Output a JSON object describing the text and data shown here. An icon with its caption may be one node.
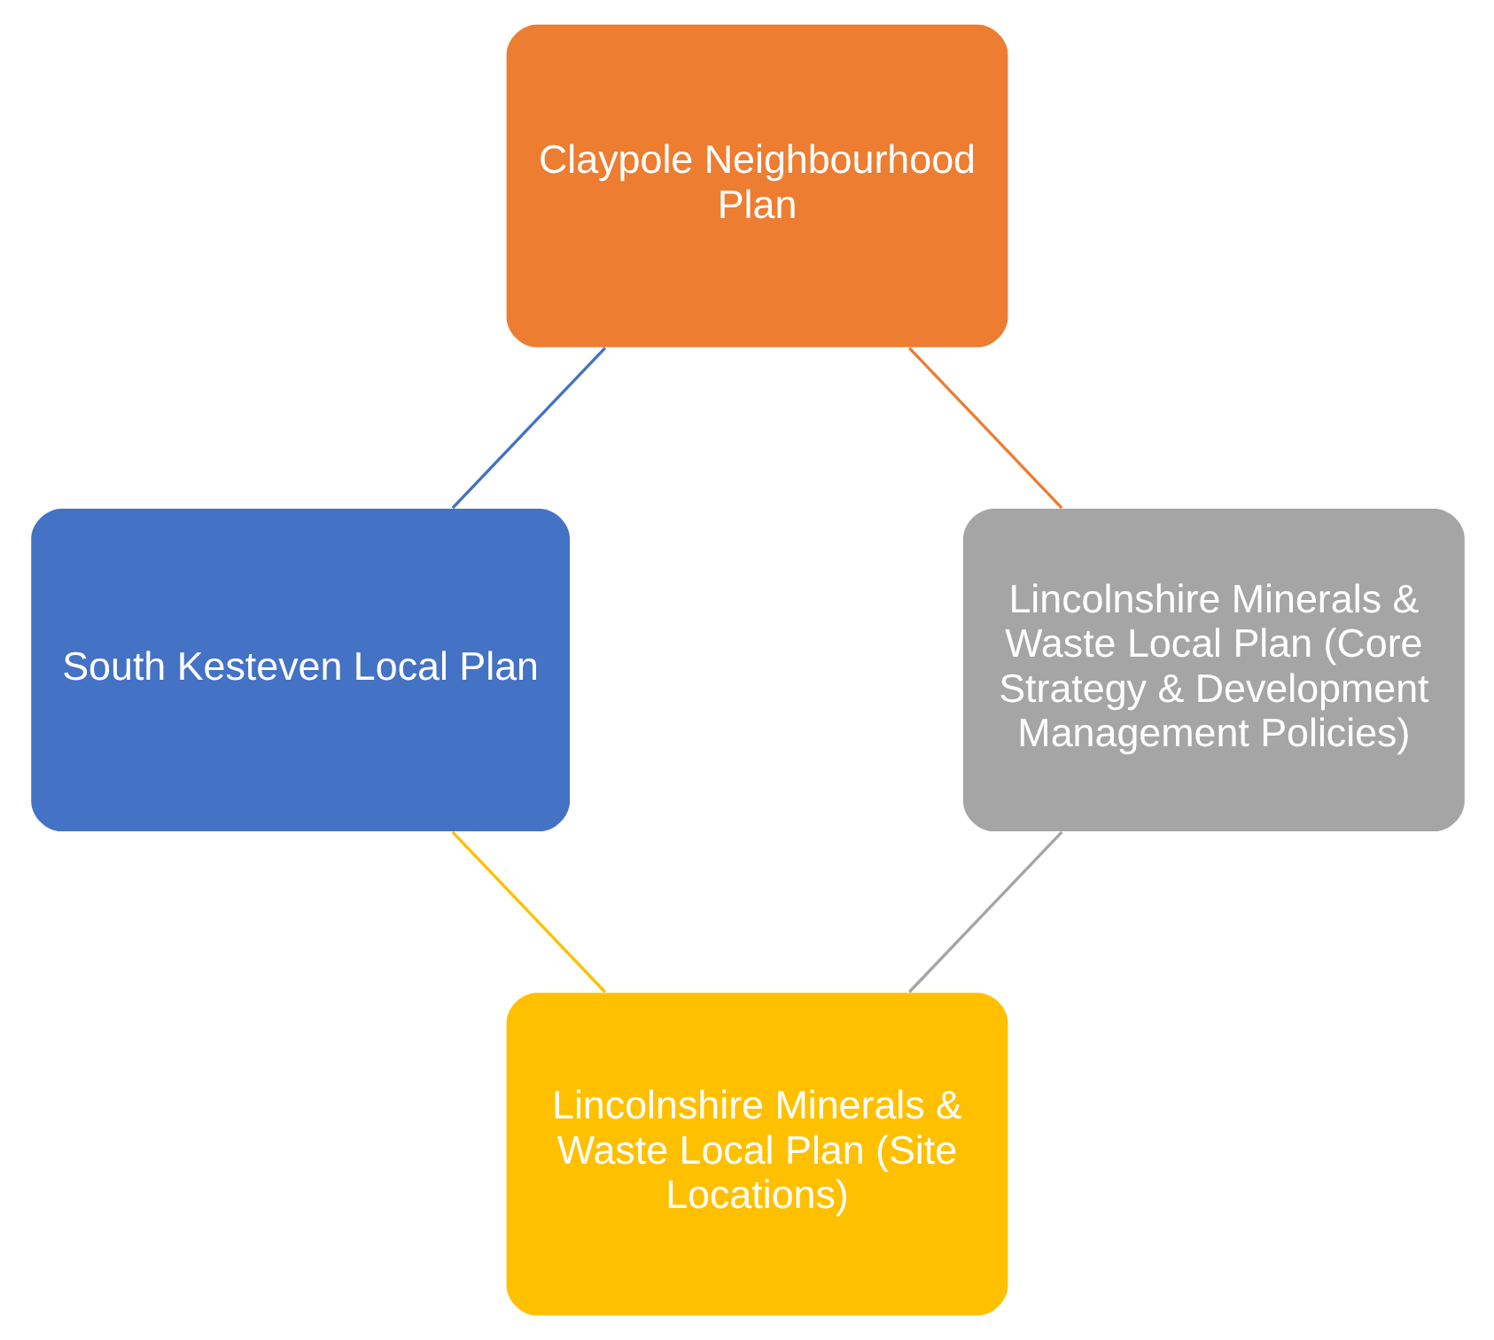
{
  "diagram": {
    "nodes": [
      {
        "text": [
          "Claypole Neighbourhood Plan"
        ]
      },
      {
        "text": [
          "Lincolnshire Minerals & Waste Local Plan (Core Strategy & Development Management Policies)"
        ]
      },
      {
        "text": [
          "Lincolnshire Minerals & Waste Local Plan (Site Locations)"
        ]
      },
      {
        "text": [
          "South Kesteven Local Plan"
        ]
      }
    ],
    "edges": [
      {
        "from": 0,
        "to": 1,
        "arrow": "none",
        "color": "#ed7d31"
      },
      {
        "from": 1,
        "to": 2,
        "arrow": "none",
        "color": "#a5a5a5"
      },
      {
        "from": 2,
        "to": 3,
        "arrow": "none",
        "color": "#ffc000"
      },
      {
        "from": 3,
        "to": 0,
        "arrow": "none",
        "color": "#4472c4"
      }
    ]
  }
}
